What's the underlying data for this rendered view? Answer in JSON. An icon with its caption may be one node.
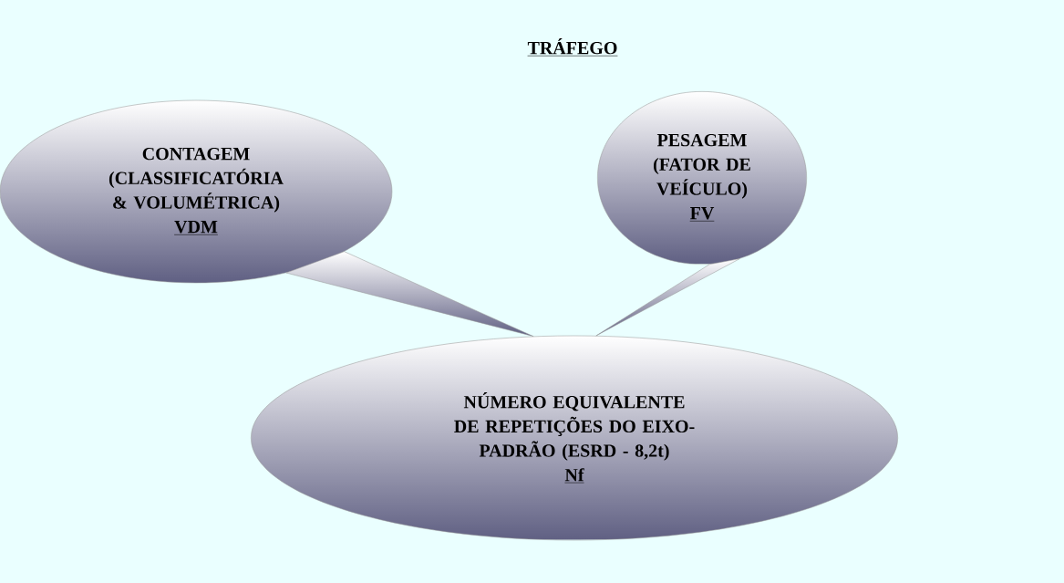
{
  "diagram": {
    "title": "TRÁFEGO",
    "nodes": [
      {
        "text": [
          "CONTAGEM (CLASSIFICATÓRIA & VOLUMÉTRICA)",
          "VDM"
        ]
      },
      {
        "text": [
          "PESAGEM (FATOR DE VEÍCULO)",
          "FV"
        ]
      },
      {
        "text": [
          "NÚMERO EQUIVALENTE DE REPETIÇÕES DO EIXO-PADRÃO (ESRD - 8,2t)",
          "Nf"
        ]
      }
    ],
    "edges": [
      {
        "from": 0,
        "to": 2,
        "arrow": "none"
      },
      {
        "from": 1,
        "to": 2,
        "arrow": "none"
      }
    ]
  }
}
